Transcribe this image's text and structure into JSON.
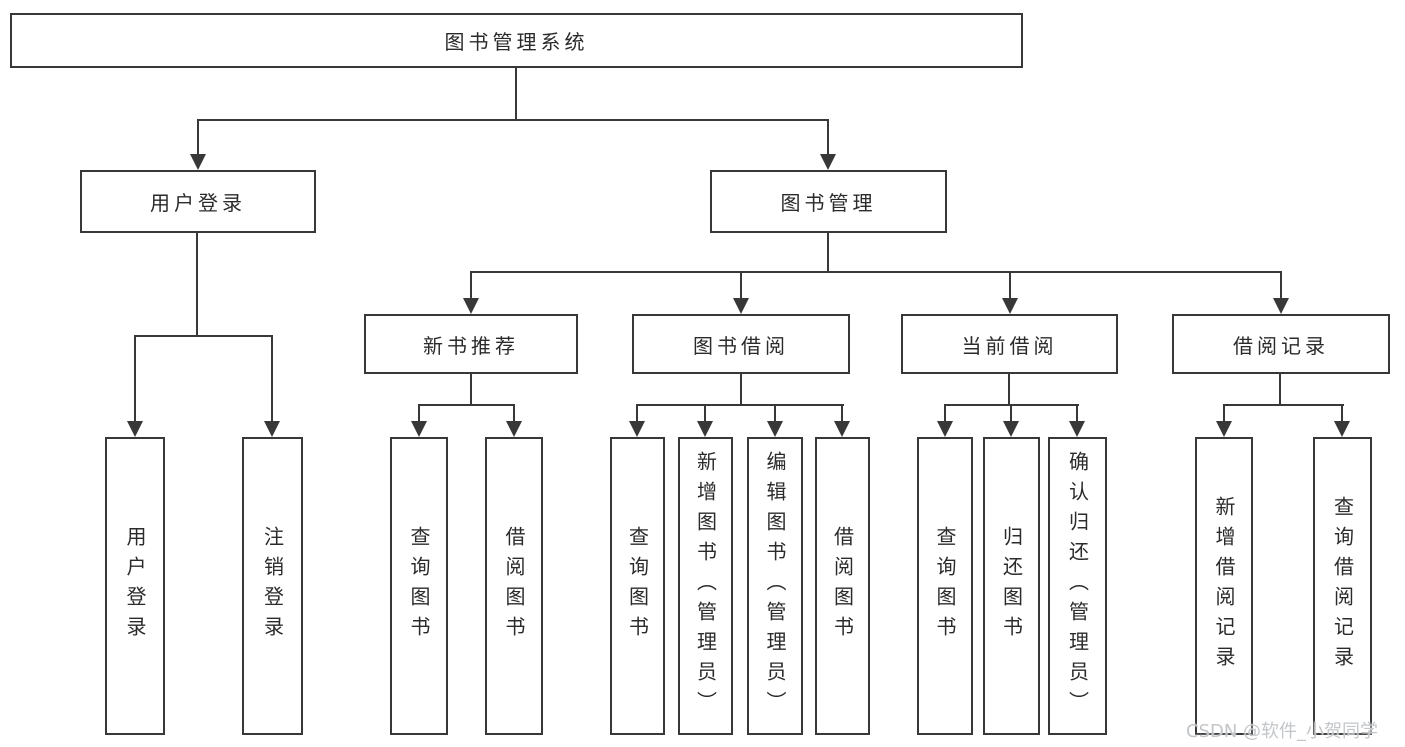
{
  "tree": {
    "label": "图书管理系统",
    "children": [
      {
        "label": "用户登录",
        "children": [
          {
            "label": "用户登录"
          },
          {
            "label": "注销登录"
          }
        ]
      },
      {
        "label": "图书管理",
        "children": [
          {
            "label": "新书推荐",
            "children": [
              {
                "label": "查询图书"
              },
              {
                "label": "借阅图书"
              }
            ]
          },
          {
            "label": "图书借阅",
            "children": [
              {
                "label": "查询图书"
              },
              {
                "label": "新增图书（管理员）"
              },
              {
                "label": "编辑图书（管理员）"
              },
              {
                "label": "借阅图书"
              }
            ]
          },
          {
            "label": "当前借阅",
            "children": [
              {
                "label": "查询图书"
              },
              {
                "label": "归还图书"
              },
              {
                "label": "确认归还（管理员）"
              }
            ]
          },
          {
            "label": "借阅记录",
            "children": [
              {
                "label": "新增借阅记录"
              },
              {
                "label": "查询借阅记录"
              }
            ]
          }
        ]
      }
    ]
  },
  "watermark": {
    "text": "CSDN @软件_小贺同学"
  },
  "colors": {
    "line": "#383838",
    "text": "#2b2b2b",
    "box_background": "#ffffff",
    "page_background": "#ffffff",
    "watermark": "#c3c6c9"
  }
}
